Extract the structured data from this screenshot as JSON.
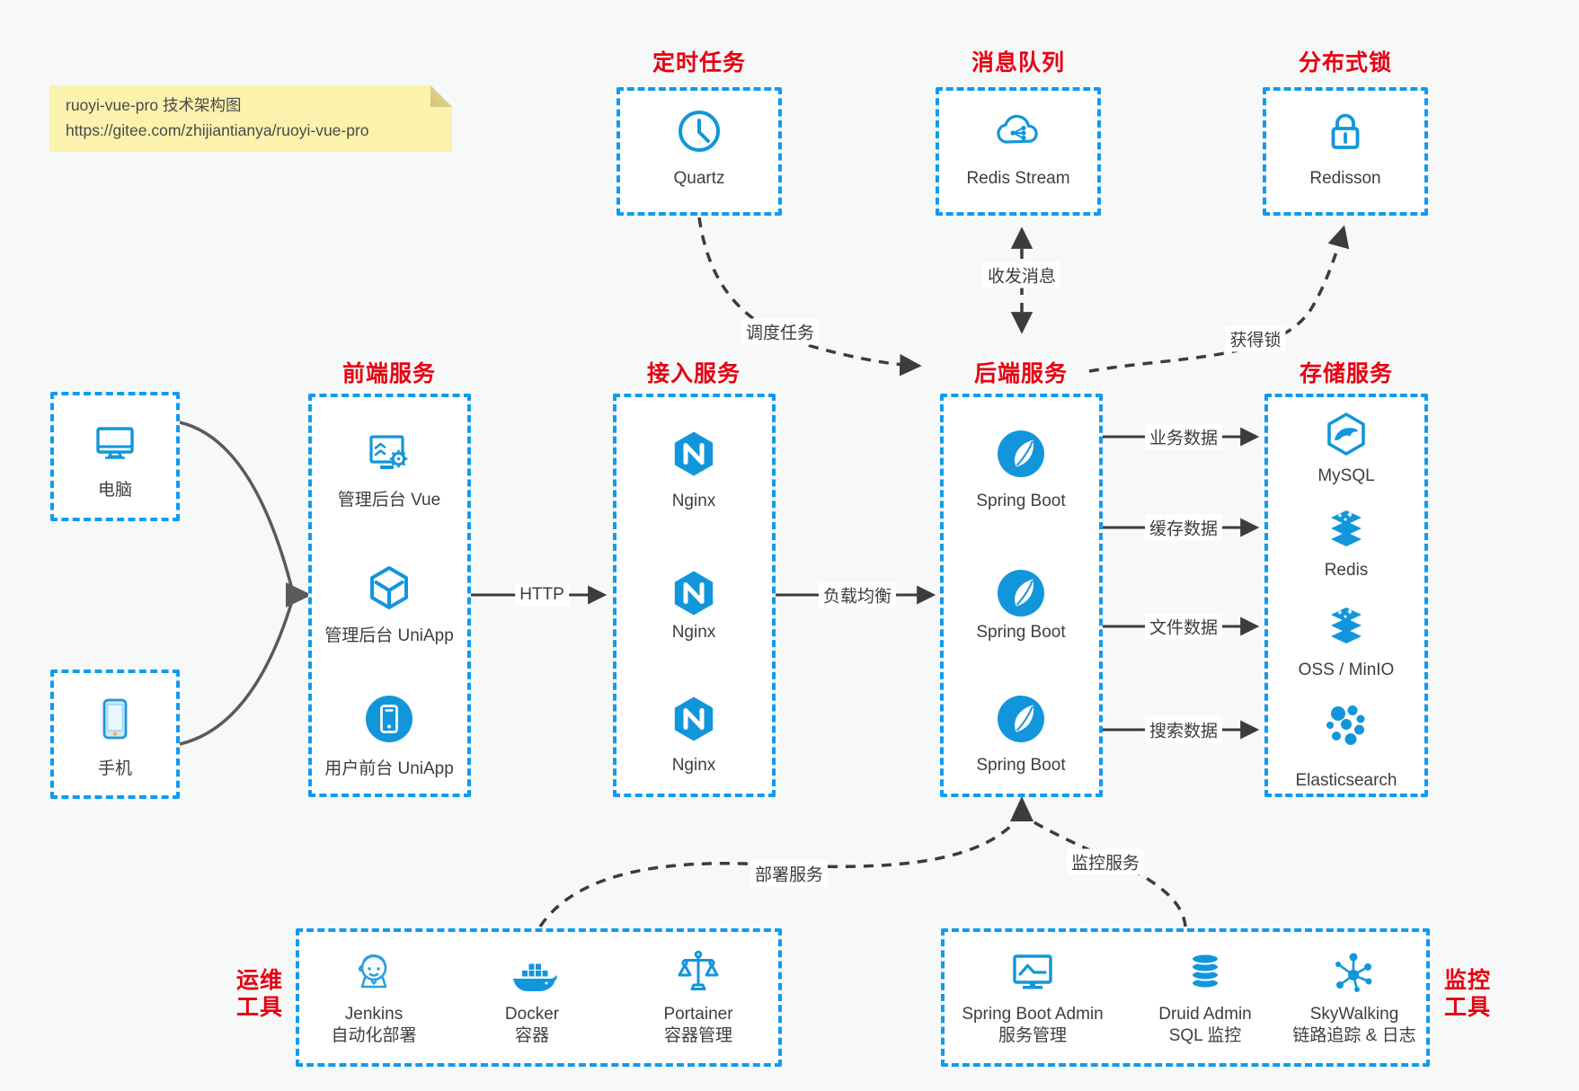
{
  "note": {
    "line1": "ruoyi-vue-pro 技术架构图",
    "line2": "https://gitee.com/zhijiantianya/ruoyi-vue-pro"
  },
  "colors": {
    "accent_red": "#e60012",
    "border_blue": "#109bef",
    "icon_blue": "#1296db",
    "note_bg": "#faf2ad",
    "canvas_bg": "#f7f8f8",
    "arrow_dark": "#3c3c3c"
  },
  "sections": {
    "scheduled": {
      "title": "定时任务"
    },
    "mq": {
      "title": "消息队列"
    },
    "lock": {
      "title": "分布式锁"
    },
    "frontend": {
      "title": "前端服务"
    },
    "gateway": {
      "title": "接入服务"
    },
    "backend": {
      "title": "后端服务"
    },
    "storage": {
      "title": "存储服务"
    },
    "ops": {
      "title_line1": "运维",
      "title_line2": "工具"
    },
    "monitor": {
      "title_line1": "监控",
      "title_line2": "工具"
    }
  },
  "nodes": {
    "quartz": "Quartz",
    "redis_stream": "Redis Stream",
    "redisson": "Redisson",
    "pc": "电脑",
    "phone": "手机",
    "admin_vue": "管理后台 Vue",
    "admin_uniapp": "管理后台 UniApp",
    "user_uniapp": "用户前台 UniApp",
    "nginx": "Nginx",
    "spring_boot": "Spring Boot",
    "mysql": "MySQL",
    "redis": "Redis",
    "oss": "OSS / MinIO",
    "elasticsearch": "Elasticsearch",
    "jenkins": {
      "name": "Jenkins",
      "desc": "自动化部署"
    },
    "docker": {
      "name": "Docker",
      "desc": "容器"
    },
    "portainer": {
      "name": "Portainer",
      "desc": "容器管理"
    },
    "sba": {
      "name": "Spring Boot Admin",
      "desc": "服务管理"
    },
    "druid": {
      "name": "Druid Admin",
      "desc": "SQL 监控"
    },
    "skywalking": {
      "name": "SkyWalking",
      "desc": "链路追踪 & 日志"
    }
  },
  "edges": {
    "schedule": "调度任务",
    "message": "收发消息",
    "acquire_lock": "获得锁",
    "http": "HTTP",
    "load_balance": "负载均衡",
    "business_data": "业务数据",
    "cache_data": "缓存数据",
    "file_data": "文件数据",
    "search_data": "搜索数据",
    "deploy": "部署服务",
    "monitor": "监控服务"
  }
}
